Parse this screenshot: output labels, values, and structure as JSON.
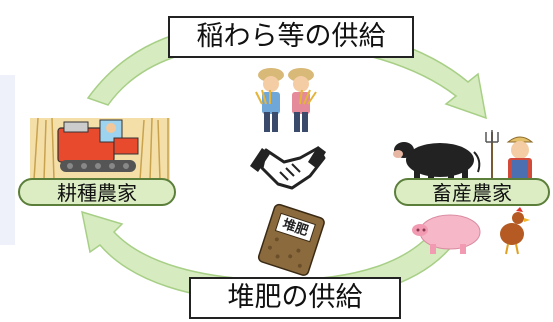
{
  "top_label": "稲わら等の供給",
  "bottom_label": "堆肥の供給",
  "left_node": "耕種農家",
  "right_node": "畜産農家",
  "compost_bag_label": "堆肥",
  "colors": {
    "arrow_fill": "#d6ebc0",
    "arrow_stroke": "#a7cf86",
    "pill_fill": "#dcedc4",
    "pill_border": "#5b7f3a"
  },
  "icons": [
    "combine-harvester-icon",
    "farmers-with-rice-icon",
    "handshake-icon",
    "compost-bag-icon",
    "cow-icon",
    "livestock-farmer-icon",
    "pig-icon",
    "chicken-icon"
  ]
}
